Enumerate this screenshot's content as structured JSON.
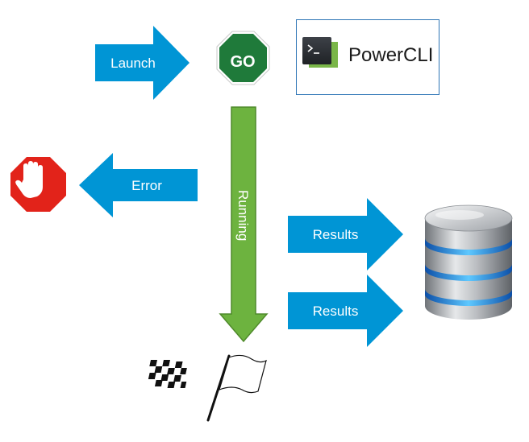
{
  "arrows": {
    "launch": "Launch",
    "error": "Error",
    "running": "Running",
    "results_top": "Results",
    "results_bottom": "Results"
  },
  "go_sign": {
    "label": "GO",
    "color": "#1f7a3a"
  },
  "powercli": {
    "label": "PowerCLI"
  },
  "icons": {
    "stop": "stop-hand-icon",
    "finish": "checkered-flag-icon",
    "database": "database-icon"
  },
  "colors": {
    "arrow_blue": "#0095d5",
    "arrow_green": "#6db33f",
    "stop_red": "#e2231a"
  }
}
